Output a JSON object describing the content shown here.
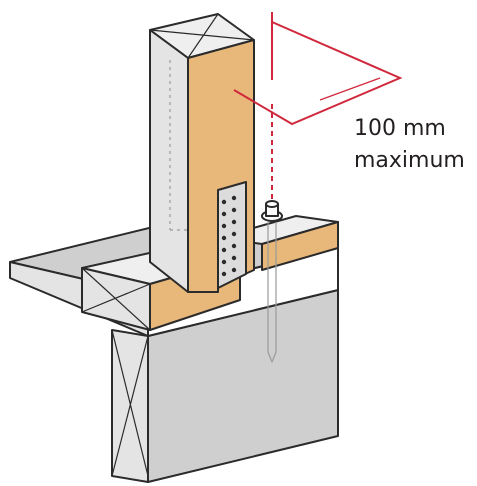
{
  "annotation": {
    "line1": "100 mm",
    "line2": "maximum"
  },
  "colors": {
    "timber": "#e8b87a",
    "grey_face": "#cfcfcf",
    "light_face": "#e4e4e4",
    "top_face": "#efefef",
    "outline": "#2b2b2b",
    "dimension": "#d0283c"
  },
  "components": {
    "post": "vertical-post",
    "bracket": "perforated-steel-bracket",
    "bolt": "anchor-bolt",
    "floor": "floor-slab",
    "sill": "sill-plate",
    "joist": "floor-joist",
    "foundation": "foundation-wall",
    "dimension": "dimension-indicator"
  }
}
